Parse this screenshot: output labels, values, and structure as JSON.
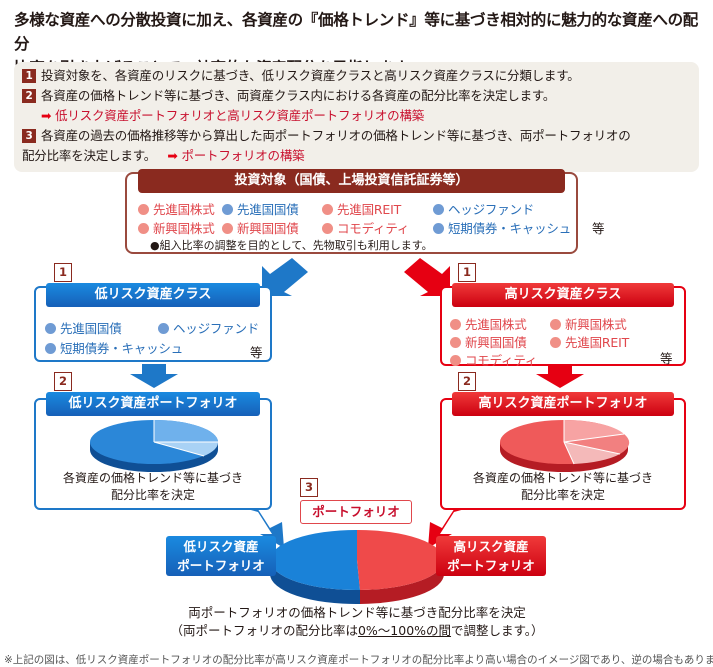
{
  "headline": {
    "line1": "多様な資産への分散投資に加え、各資産の『価格トレンド』等に基づき相対的に魅力的な資産への配分",
    "line2": "比率を引き上げることで、効率的な資産配分を目指します。"
  },
  "steps": [
    {
      "num": "1",
      "text": "投資対象を、各資産のリスクに基づき、低リスク資産クラスと高リスク資産クラスに分類します。"
    },
    {
      "num": "2",
      "text": "各資産の価格トレンド等に基づき、両資産クラス内における各資産の配分比率を決定します。",
      "ref": "低リスク資産ポートフォリオと高リスク資産ポートフォリオの構築"
    },
    {
      "num": "3",
      "text": "各資産の過去の価格推移等から算出した両ポートフォリオの価格トレンド等に基づき、両ポートフォリオの",
      "text2": "配分比率を決定します。",
      "ref": "ポートフォリオの構築"
    }
  ],
  "arrow_glyph": "➡",
  "source": {
    "title": "投資対象（国債、上場投資信託証券等）",
    "row1": [
      {
        "label": "先進国株式",
        "color": "red"
      },
      {
        "label": "先進国国債",
        "color": "blue"
      },
      {
        "label": "先進国REIT",
        "color": "red"
      },
      {
        "label": "ヘッジファンド",
        "color": "blue"
      }
    ],
    "row2": [
      {
        "label": "新興国株式",
        "color": "red"
      },
      {
        "label": "新興国国債",
        "color": "red"
      },
      {
        "label": "コモディティ",
        "color": "red"
      },
      {
        "label": "短期債券・キャッシュ",
        "color": "blue"
      }
    ],
    "etc": "等",
    "note": "●組入比率の調整を目的として、先物取引も利用します。"
  },
  "low": {
    "step1": "1",
    "title": "低リスク資産クラス",
    "row1": [
      "先進国国債",
      "ヘッジファンド"
    ],
    "row2": [
      "短期債券・キャッシュ"
    ],
    "etc": "等",
    "step2": "2",
    "portfolio": "低リスク資産ポートフォリオ",
    "caption1": "各資産の価格トレンド等に基づき",
    "caption2": "配分比率を決定",
    "color": "#1e78c8"
  },
  "high": {
    "step1": "1",
    "title": "高リスク資産クラス",
    "row1": [
      "先進国株式",
      "新興国株式"
    ],
    "row2": [
      "新興国国債",
      "先進国REIT"
    ],
    "row3": [
      "コモディティ"
    ],
    "etc": "等",
    "step2": "2",
    "portfolio": "高リスク資産ポートフォリオ",
    "caption1": "各資産の価格トレンド等に基づき",
    "caption2": "配分比率を決定",
    "color": "#e60012"
  },
  "final": {
    "step": "3",
    "label": "ポートフォリオ",
    "left_tag1": "低リスク資産",
    "left_tag2": "ポートフォリオ",
    "right_tag1": "高リスク資産",
    "right_tag2": "ポートフォリオ",
    "line1": "両ポートフォリオの価格トレンド等に基づき配分比率を決定",
    "line2_pre": "（両ポートフォリオの配分比率は",
    "line2_u": "0%～100%の間",
    "line2_post": "で調整します。）"
  },
  "footnote": "※上記の図は、低リスク資産ポートフォリオの配分比率が高リスク資産ポートフォリオの配分比率より高い場合のイメージ図であり、逆の場合もあります。"
}
